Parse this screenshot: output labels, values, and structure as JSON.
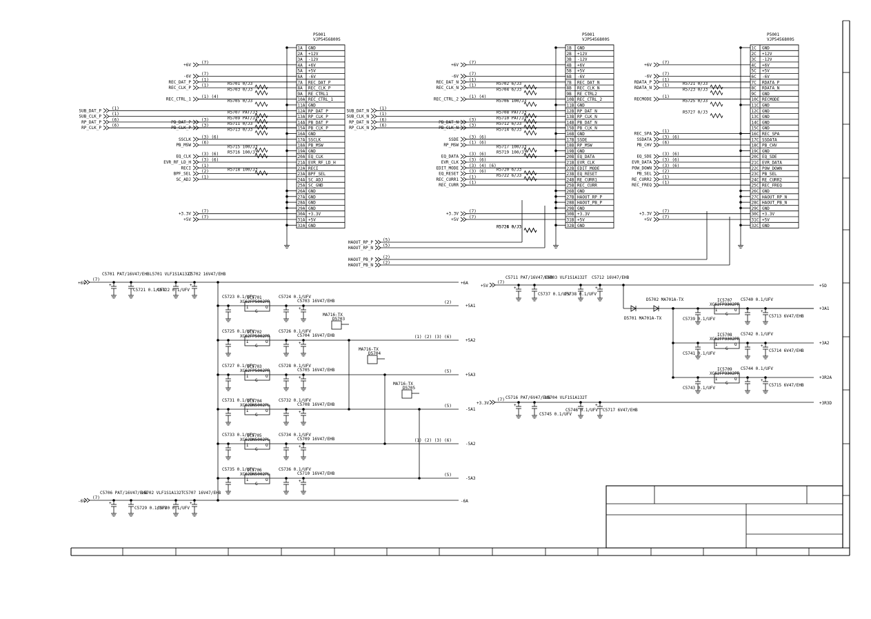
{
  "connectors": [
    {
      "name": "P5001",
      "part": "VJP5456800S",
      "pins": [
        "1A",
        "2A",
        "3A",
        "4A",
        "5A",
        "6A",
        "7A",
        "8A",
        "9A",
        "10A",
        "11A",
        "12A",
        "13A",
        "14A",
        "15A",
        "16A",
        "17A",
        "18A",
        "19A",
        "20A",
        "21A",
        "22A",
        "23A",
        "24A",
        "25A",
        "26A",
        "27A",
        "28A",
        "29A",
        "30A",
        "31A",
        "32A"
      ],
      "labels": [
        "GND",
        "+12V",
        "-12V",
        "+6V",
        "+5V",
        "-6V",
        "REC_DAT_P",
        "REC_CLK_P",
        "RE_CTRL1",
        "REC_CTRL_1",
        "GND",
        "RP_DAT_P",
        "RP_CLK_P",
        "PB_DAT_P",
        "PB_CLK_P",
        "GND",
        "SSCLK",
        "PB_MSW",
        "GND",
        "EQ_CLK",
        "EVR_RF_LD_H",
        "RECI",
        "BPF_SEL",
        "SC_ADJ",
        "SC_GND",
        "GND",
        "GND",
        "GND",
        "GND",
        "+3.3V",
        "+5V",
        "GND"
      ],
      "nets": [
        {
          "label": "+6V",
          "num": "(7)"
        },
        {
          "label": "-6V",
          "num": "(7)"
        },
        {
          "label": "REC_DAT_P",
          "num": "(1)"
        },
        {
          "label": "REC_CLK_P",
          "num": "(1)"
        },
        {
          "label": "REC_CTRL_1",
          "num": "(1) (4)"
        },
        {
          "label": "SUB_DAT_P",
          "num": "(1)"
        },
        {
          "label": "SUB_CLK_P",
          "num": "(1)"
        },
        {
          "label": "RP_DAT_P",
          "num": "(6)"
        },
        {
          "label": "RP_CLK_P",
          "num": "(6)"
        },
        {
          "label": "PB_DAT_P",
          "num": "(3)"
        },
        {
          "label": "PB_CLK_P",
          "num": "(3)"
        },
        {
          "label": "SSCLK",
          "num": "(3) (6)"
        },
        {
          "label": "PB_MSW",
          "num": "(6)"
        },
        {
          "label": "EQ_CLK",
          "num": "(3) (6)"
        },
        {
          "label": "EVR_RF_LD_H",
          "num": "(3) (6)"
        },
        {
          "label": "RECI",
          "num": "(1)"
        },
        {
          "label": "BPF_SEL",
          "num": "(2)"
        },
        {
          "label": "SC_ADJ",
          "num": "(1)"
        },
        {
          "label": "+3.3V",
          "num": "(7)"
        },
        {
          "label": "+5V",
          "num": "(7)"
        }
      ],
      "resistors": [
        "R5701 0/J3",
        "R5703 0/J3",
        "R5705 0/J3",
        "R5707 PAT/J3",
        "R5709 PAT/J3",
        "R5711 0/J3",
        "R5713 0/J3",
        "R5715 100/J3",
        "R5716 100/J3",
        "R5718 100/J3"
      ]
    },
    {
      "name": "P5001",
      "part": "VJP5456800S",
      "pins": [
        "1B",
        "2B",
        "3B",
        "4B",
        "5B",
        "6B",
        "7B",
        "8B",
        "9B",
        "10B",
        "11B",
        "12B",
        "13B",
        "14B",
        "15B",
        "16B",
        "17B",
        "18B",
        "19B",
        "20B",
        "21B",
        "22B",
        "23B",
        "24B",
        "25B",
        "26B",
        "27B",
        "28B",
        "29B",
        "30B",
        "31B",
        "32B"
      ],
      "labels": [
        "GND",
        "+12V",
        "-12V",
        "+6V",
        "+5V",
        "-6V",
        "REC_DAT_N",
        "REC_CLK_N",
        "RE_CTRL2",
        "REC_CTRL_2",
        "GND",
        "RP_DAT_N",
        "RP_CLK_N",
        "PB_DAT_N",
        "PB_CLK_N",
        "GND",
        "SSDE",
        "RP_MSW",
        "GND",
        "EQ_DATA",
        "EVR_CLK",
        "EDIT_MODE",
        "EQ_RESET",
        "RE_CURR1",
        "REC_CURR",
        "GND",
        "HAOUT_RP_P",
        "HAOUT_PB_P",
        "GND",
        "+3.3V",
        "+5V",
        "GND"
      ],
      "nets": [
        {
          "label": "+6V",
          "num": "(7)"
        },
        {
          "label": "-6V",
          "num": "(7)"
        },
        {
          "label": "REC_DAT_N",
          "num": "(1)"
        },
        {
          "label": "REC_CLK_N",
          "num": "(1)"
        },
        {
          "label": "REC_CTRL_2",
          "num": "(1) (4)"
        },
        {
          "label": "SUB_DAT_N",
          "num": "(1)"
        },
        {
          "label": "SUB_CLK_N",
          "num": "(1)"
        },
        {
          "label": "RP_DAT_N",
          "num": "(6)"
        },
        {
          "label": "RP_CLK_N",
          "num": "(6)"
        },
        {
          "label": "PB_DAT_N",
          "num": "(3)"
        },
        {
          "label": "PB_CLK_N",
          "num": "(3)"
        },
        {
          "label": "SSDE",
          "num": "(3) (6)"
        },
        {
          "label": "RP_MSW",
          "num": "(1) (6)"
        },
        {
          "label": "EQ_DATA",
          "num": "(3) (6)"
        },
        {
          "label": "EVR_CLK",
          "num": "(3) (6)"
        },
        {
          "label": "EDIT_MODE",
          "num": "(3) (4) (6)"
        },
        {
          "label": "EQ_RESET",
          "num": "(3) (6)"
        },
        {
          "label": "REC_CURR1",
          "num": "(1)"
        },
        {
          "label": "REC_CURR",
          "num": "(1)"
        },
        {
          "label": "+3.3V",
          "num": "(7)"
        },
        {
          "label": "+5V",
          "num": "(7)"
        }
      ],
      "resistors": [
        "R5702 6/J3",
        "R5704 6/J3",
        "R5706 100/J3",
        "R5708 PAT/J3",
        "R5710 PAT/J3",
        "R5712 6/J3",
        "R5714 6/J3",
        "R5717 100/J3",
        "R5719 100/J3",
        "R5720 6/J3",
        "R5722 6/J3",
        "R5724 0/J3",
        "R5726 0/J3"
      ]
    },
    {
      "name": "P5001",
      "part": "VJP5456800S",
      "pins": [
        "1C",
        "2C",
        "3C",
        "4C",
        "5C",
        "6C",
        "7C",
        "8C",
        "9C",
        "10C",
        "11C",
        "12C",
        "13C",
        "14C",
        "15C",
        "16C",
        "17C",
        "18C",
        "19C",
        "20C",
        "21C",
        "22C",
        "23C",
        "24C",
        "25C",
        "26C",
        "27C",
        "28C",
        "29C",
        "30C",
        "31C",
        "32C"
      ],
      "labels": [
        "GND",
        "+12V",
        "-12V",
        "+6V",
        "+5V",
        "-6V",
        "RDATA_P",
        "RDATA_N",
        "GND",
        "RECMODE",
        "GND",
        "GND",
        "GND",
        "GND",
        "GND",
        "REC_SPA",
        "SSDATA",
        "PB_CHV",
        "GND",
        "EQ_SDE",
        "EVR_DATA",
        "POW_DOWN",
        "PB_SEL",
        "RE_CURR2",
        "REC_FREQ",
        "GND",
        "HAOUT_RP_N",
        "HAOUT_PB_N",
        "GND",
        "+3.3V",
        "+5V",
        "GND"
      ],
      "nets": [
        {
          "label": "+6V",
          "num": "(7)"
        },
        {
          "label": "-6V",
          "num": "(7)"
        },
        {
          "label": "RDATA_P",
          "num": "(1)"
        },
        {
          "label": "RDATA_N",
          "num": "(1)"
        },
        {
          "label": "RECMODE",
          "num": "(1)"
        },
        {
          "label": "REC_SPA",
          "num": "(1)"
        },
        {
          "label": "SSDATA",
          "num": "(3) (6)"
        },
        {
          "label": "PB_CHV",
          "num": "(6)"
        },
        {
          "label": "EQ_SDE",
          "num": "(3) (6)"
        },
        {
          "label": "EVR_DATA",
          "num": "(3) (6)"
        },
        {
          "label": "POW_DOWN",
          "num": "(3) (6)"
        },
        {
          "label": "PB_SEL",
          "num": "(2)"
        },
        {
          "label": "RE_CURR2",
          "num": "(1)"
        },
        {
          "label": "REC_FREQ",
          "num": "(1)"
        },
        {
          "label": "+3.3V",
          "num": "(7)"
        },
        {
          "label": "+5V",
          "num": "(7)"
        }
      ],
      "resistors": [
        "R5721 0/J3",
        "R5723 0/J3",
        "R5725 0/J3",
        "R5727 0/J3"
      ]
    }
  ],
  "haout_nets": [
    {
      "label": "HAOUT_RP_P",
      "num": "(5)"
    },
    {
      "label": "HAOUT_RP_N",
      "num": "(5)"
    },
    {
      "label": "HAOUT_PB_P",
      "num": "(2)"
    },
    {
      "label": "HAOUT_PB_N",
      "num": "(2)"
    }
  ],
  "power_left": {
    "rails_in": [
      {
        "label": "+6V",
        "num": "(7)"
      },
      {
        "label": "-6V",
        "num": "(7)"
      }
    ],
    "fuses": [
      "C5701 PAT/16V47/EHB",
      "L5701 VLF1S1A132T",
      "C5702 16V47/EHB",
      "C5706 PAT/16V47/EHB",
      "L5702 VLF1S1A132T",
      "C5707 16V47/EHB"
    ],
    "caps": [
      "C5721 0.1/UFV",
      "C5722 0.1/UFV",
      "C5729 0.1/UFV",
      "C5730 0.1/UFV"
    ],
    "regs": [
      {
        "name": "IC5701",
        "part": "XC62FP5002PR",
        "c_in": "C5723 0.1/UFV",
        "c_out": "C5724 0.1/UFV",
        "c_bulk": "C5703 16V47/EHB",
        "out": "+5A1",
        "num": "(2)"
      },
      {
        "name": "IC5702",
        "part": "XC62FP5002PR",
        "c_in": "C5725 0.1/UFV",
        "c_out": "C5726 0.1/UFV",
        "c_bulk": "C5704 16V47/EHB",
        "out": "+5A2",
        "num": "(1) (2) (3) (6)"
      },
      {
        "name": "IC5703",
        "part": "XC62FP5002PR",
        "c_in": "C5727 0.1/UFV",
        "c_out": "C5728 0.1/UFV",
        "c_bulk": "C5705 16V47/EHB",
        "out": "+5A3",
        "num": "(5)"
      },
      {
        "name": "IC5704",
        "part": "XC62DN5002PL",
        "c_in": "C5731 0.1/UFV",
        "c_out": "C5732 0.1/UFV",
        "c_bulk": "C5708 16V47/EHB",
        "out": "-5A1",
        "num": "(5)"
      },
      {
        "name": "IC5705",
        "part": "XC62DN5002PL",
        "c_in": "C5733 0.1/UFV",
        "c_out": "C5734 0.1/UFV",
        "c_bulk": "C5709 16V47/EHB",
        "out": "-5A2",
        "num": "(1) (2) (3) (6)"
      },
      {
        "name": "IC5706",
        "part": "XC62DN5002PL",
        "c_in": "C5735 0.1/UFV",
        "c_out": "C5736 0.1/UFV",
        "c_bulk": "C5710 16V47/EHB",
        "out": "-5A3",
        "num": "(5)"
      }
    ],
    "diodes": [
      "MA716-TX D5703",
      "MA716-TX D5704",
      "MA716-TX D5705"
    ],
    "out_top": "+6A",
    "out_bottom": "-6A"
  },
  "power_right": {
    "rails_in": [
      {
        "label": "+5V",
        "num": "(7)"
      },
      {
        "label": "+3.3V",
        "num": "(7)"
      }
    ],
    "parts": [
      "C5711 PAT/16V47/EHB",
      "L5703 VLF1S1A132T",
      "C5712 16V47/EHB",
      "C5737 0.1/UFV",
      "C5738 0.1/UFV",
      "D5702 MA701A-TX",
      "D5701 MA701A-TX",
      "C5716 PAT/6V47/EHB",
      "L5704 VLF1S1A132T",
      "C5717 6V47/EHB",
      "C5745 0.1/UFV",
      "C5746 0.1/UFV"
    ],
    "regs": [
      {
        "name": "IC5707",
        "part": "XC62FP3302PR",
        "c_in": "C5739 0.1/UFV",
        "c_out": "C5740 0.1/UFV",
        "c_bulk": "C5713 6V47/EHB",
        "out": "+3A1"
      },
      {
        "name": "IC5708",
        "part": "XC62FP3302PR",
        "c_in": "C5741 0.1/UFV",
        "c_out": "C5742 0.1/UFV",
        "c_bulk": "C5714 6V47/EHB",
        "out": "+3A2"
      },
      {
        "name": "IC5709",
        "part": "XC62FP3302PR",
        "c_in": "C5743 0.1/UFV",
        "c_out": "C5744 0.1/UFV",
        "c_bulk": "C5715 6V47/EHB",
        "out": "+3R2A"
      }
    ],
    "out_top": "+5D",
    "out_bottom": "+3R3D"
  }
}
